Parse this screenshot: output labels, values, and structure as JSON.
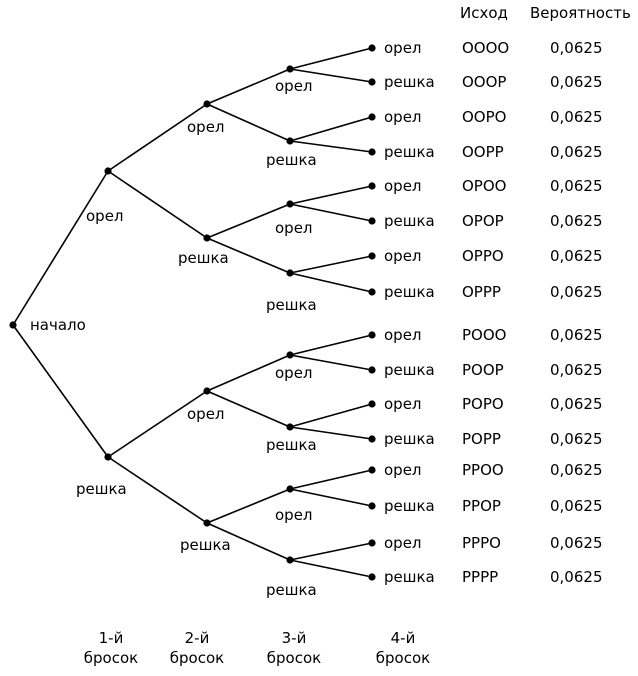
{
  "headers": {
    "outcome": "Исход",
    "probability": "Вероятность"
  },
  "start_label": "начало",
  "level1": [
    "орел",
    "решка"
  ],
  "level2": [
    "орел",
    "решка",
    "орел",
    "решка"
  ],
  "level3": [
    "орел",
    "решка",
    "орел",
    "решка",
    "орел",
    "решка",
    "орел",
    "решка"
  ],
  "level4": [
    "орел",
    "решка",
    "орел",
    "решка",
    "орел",
    "решка",
    "орел",
    "решка",
    "орел",
    "решка",
    "орел",
    "решка",
    "орел",
    "решка",
    "орел",
    "решка"
  ],
  "outcomes": [
    "ОООО",
    "ОООР",
    "ООРО",
    "ООРР",
    "ОРОО",
    "ОРОР",
    "ОРРО",
    "ОРРР",
    "РООО",
    "РООР",
    "РОРО",
    "РОРР",
    "РРОО",
    "РРОР",
    "РРРО",
    "РРРР"
  ],
  "probabilities": [
    "0,0625",
    "0,0625",
    "0,0625",
    "0,0625",
    "0,0625",
    "0,0625",
    "0,0625",
    "0,0625",
    "0,0625",
    "0,0625",
    "0,0625",
    "0,0625",
    "0,0625",
    "0,0625",
    "0,0625",
    "0,0625"
  ],
  "tosses": [
    {
      "num": "1-й",
      "word": "бросок"
    },
    {
      "num": "2-й",
      "word": "бросок"
    },
    {
      "num": "3-й",
      "word": "бросок"
    },
    {
      "num": "4-й",
      "word": "бросок"
    }
  ]
}
